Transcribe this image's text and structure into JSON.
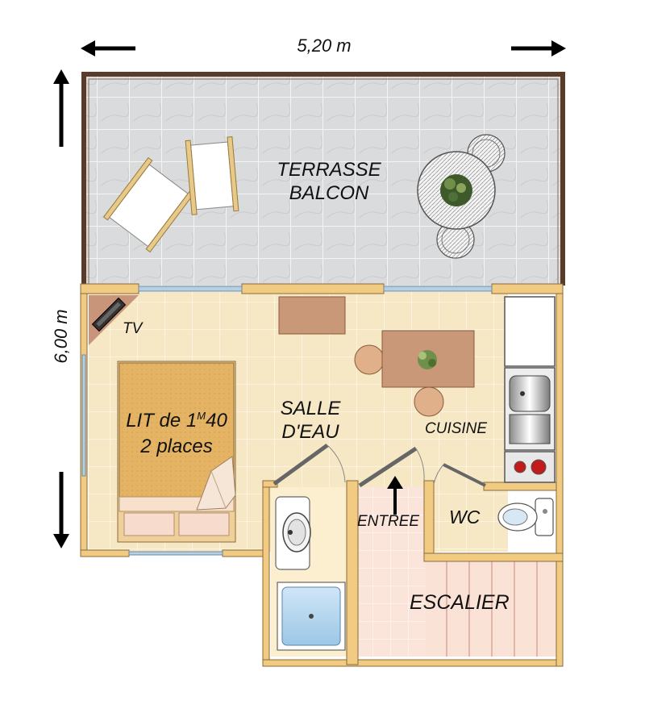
{
  "dimensions": {
    "width_label": "5,20 m",
    "height_label": "6,00 m"
  },
  "rooms": {
    "terrace_line1": "TERRASSE",
    "terrace_line2": "BALCON",
    "bath_line1": "SALLE",
    "bath_line2": "D'EAU",
    "kitchen": "CUISINE",
    "wc": "WC",
    "entrance": "ENTREE",
    "stairs": "ESCALIER",
    "tv": "TV"
  },
  "bed": {
    "line1_prefix": "LIT  de 1",
    "line1_superscript": "M",
    "line1_suffix": "40",
    "line2": "2 places"
  },
  "colors": {
    "terrace_floor": "#dadcde",
    "terrace_edge": "#5a3a28",
    "interior_floor": "#f6e8c4",
    "wall": "#f1cb82",
    "wall_stroke": "#8a6a3a",
    "window_glass": "#b8cfe0",
    "table_wood": "#c99878",
    "bed_cover": "#e3b363",
    "stairs_floor": "#fbe2d6"
  }
}
